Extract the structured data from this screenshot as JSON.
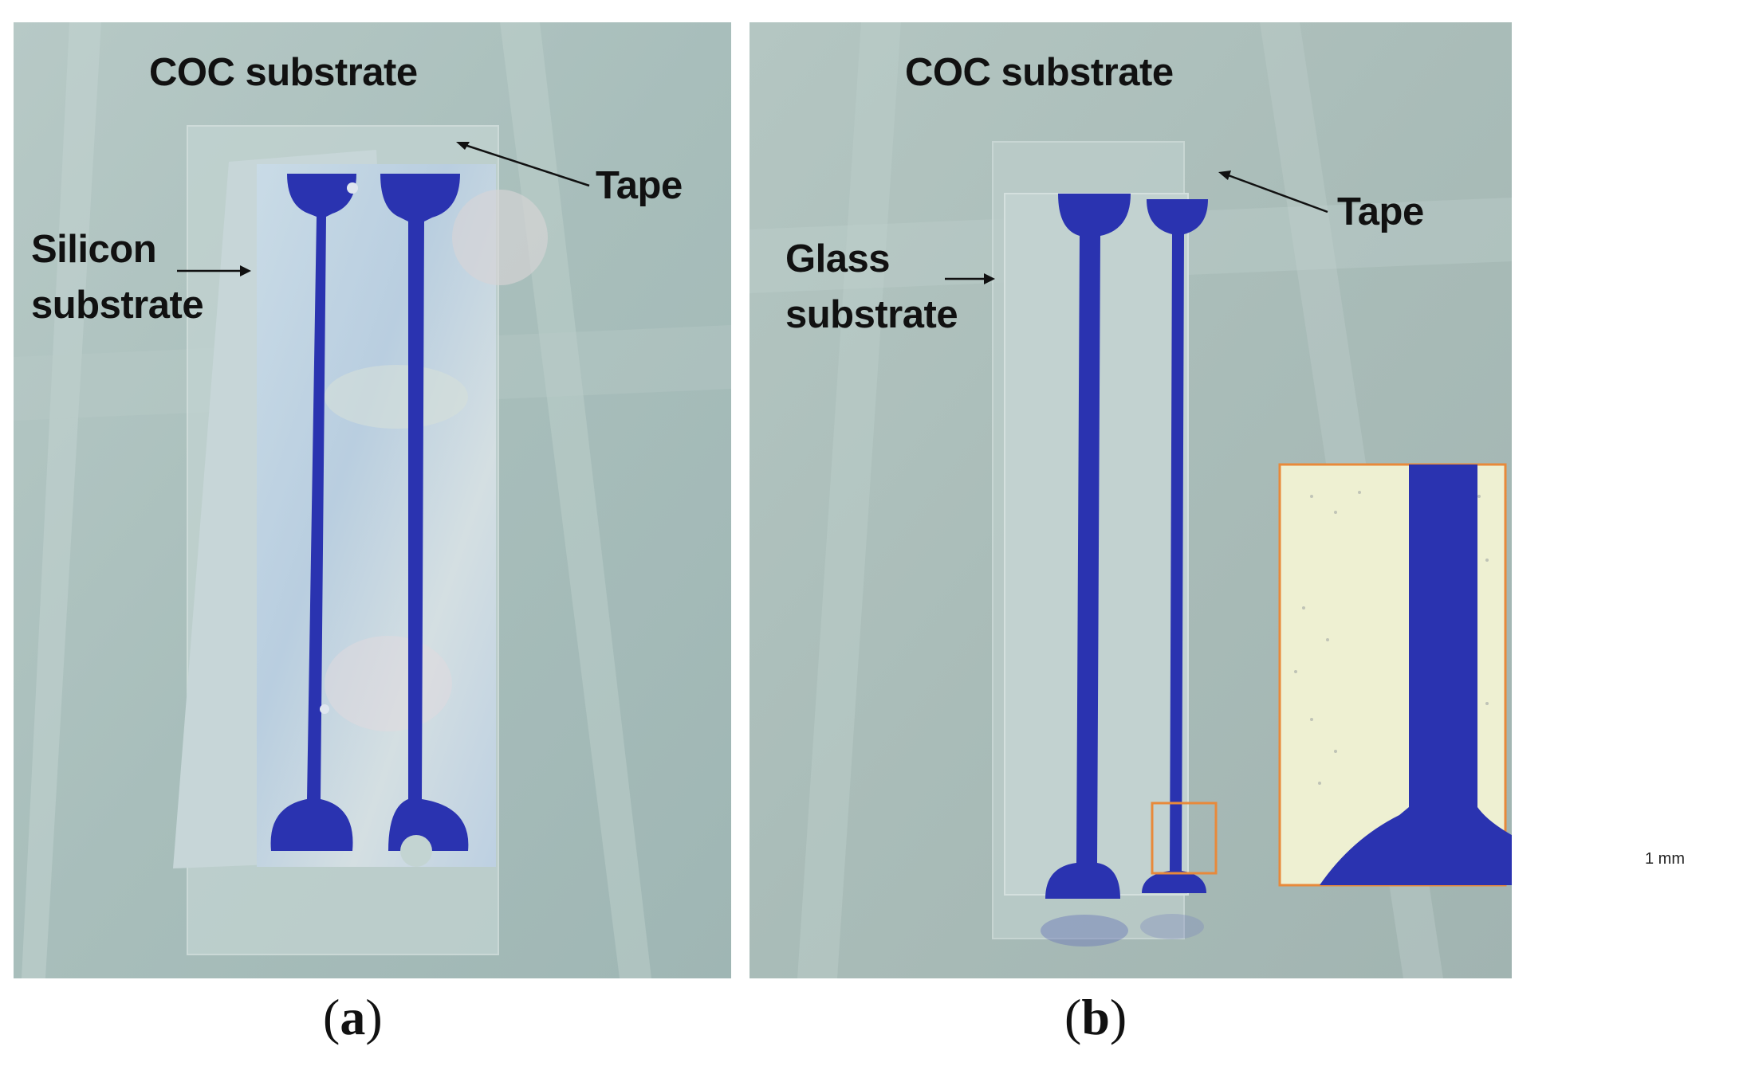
{
  "panel_a": {
    "label_coc": "COC substrate",
    "label_tape": "Tape",
    "label_substrate_line1": "Silicon",
    "label_substrate_line2": "substrate",
    "caption_open": "(",
    "caption_letter": "a",
    "caption_close": ")"
  },
  "panel_b": {
    "label_coc": "COC substrate",
    "label_tape": "Tape",
    "label_substrate_line1": "Glass",
    "label_substrate_line2": "substrate",
    "caption_open": "(",
    "caption_letter": "b",
    "caption_close": ")",
    "inset_scale_label": "1 mm"
  },
  "colors": {
    "background": "#a9bfbd",
    "channel_blue": "#2a33b0",
    "inset_border": "#e8893a",
    "inset_background": "#eef0d2"
  }
}
